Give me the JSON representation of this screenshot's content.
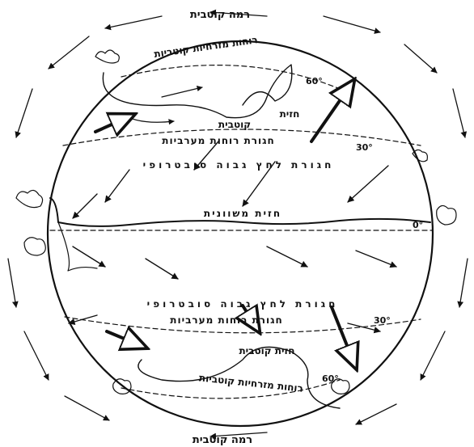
{
  "labels": {
    "polar_high_top": "רמה קוטבית",
    "polar_easterlies_top": "רוחות מזרחיות קוטביות",
    "polar_front_top": "חזית",
    "polar_front_top_2": "קוטבית",
    "westerlies_belt_top": "חגורת רוחות מערביות",
    "subtropical_high_top": "חגורת לחץ גבוה סובטרופי",
    "equatorial_front": "חזית משוונית",
    "subtropical_high_bottom": "חגורת לחץ גבוה סובטרופי",
    "westerlies_belt_bottom": "חגורת רוחות מערביות",
    "polar_front_bottom": "חזית קוטבית",
    "polar_easterlies_bottom": "רוחות מזרחיות קוטביות",
    "polar_high_bottom": "רמה קוטבית"
  },
  "latitudes": {
    "n60": "60°",
    "n30": "30°",
    "eq": "0°",
    "s30": "30°",
    "s60": "60°"
  },
  "colors": {
    "ink": "#111111",
    "background": "#ffffff"
  }
}
